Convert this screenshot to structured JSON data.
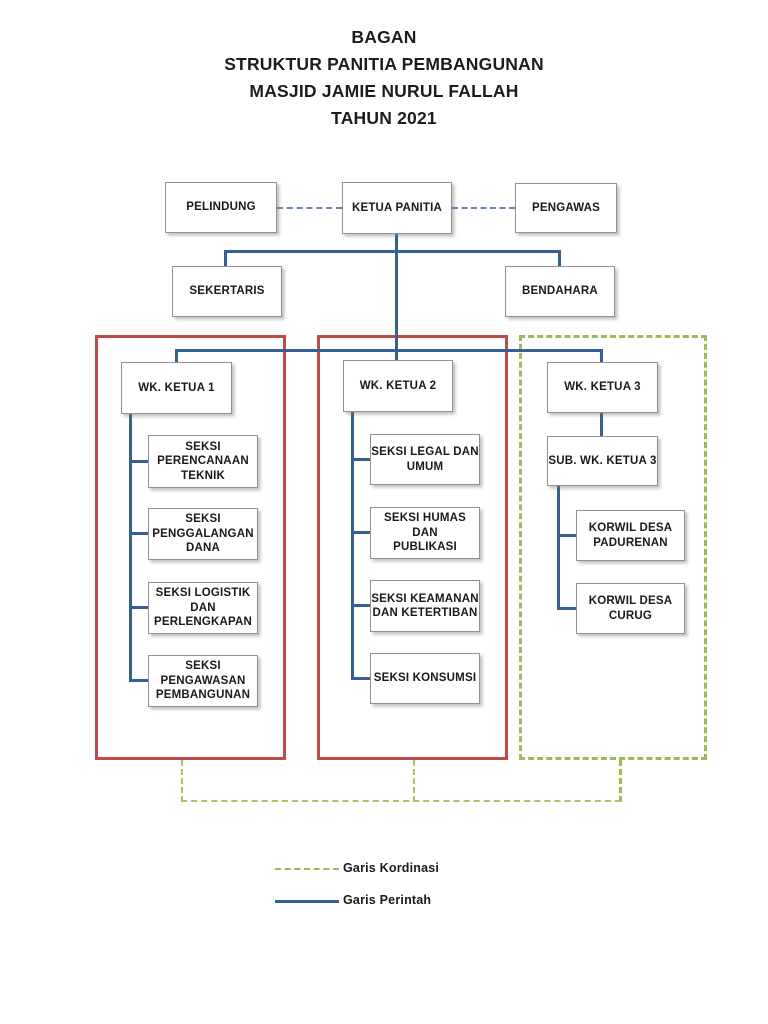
{
  "title": {
    "lines": [
      "BAGAN",
      "STRUKTUR PANITIA PEMBANGUNAN",
      "MASJID JAMIE NURUL FALLAH",
      "TAHUN 2021"
    ]
  },
  "nodes": {
    "pelindung": "PELINDUNG",
    "ketua_panitia": "KETUA PANITIA",
    "pengawas": "PENGAWAS",
    "sekertaris": "SEKERTARIS",
    "bendahara": "BENDAHARA"
  },
  "groups": [
    {
      "leader": "WK. KETUA 1",
      "border_style": "solid",
      "border_color": "#BE4B48",
      "members": [
        "SEKSI\nPERENCANAAN\nTEKNIK",
        "SEKSI\nPENGGALANGAN\nDANA",
        "SEKSI LOGISTIK\nDAN\nPERLENGKAPAN",
        "SEKSI\nPENGAWASAN\nPEMBANGUNAN"
      ]
    },
    {
      "leader": "WK. KETUA 2",
      "border_style": "solid",
      "border_color": "#BE4B48",
      "members": [
        "SEKSI LEGAL DAN\nUMUM",
        "SEKSI HUMAS DAN\nPUBLIKASI",
        "SEKSI KEAMANAN\nDAN KETERTIBAN",
        "SEKSI KONSUMSI"
      ]
    },
    {
      "leader": "WK. KETUA 3",
      "sub_leader": "SUB. WK. KETUA 3",
      "border_style": "dashed",
      "border_color": "#9BBB59",
      "members": [
        "KORWIL DESA\nPADURENAN",
        "KORWIL DESA\nCURUG"
      ]
    }
  ],
  "legend": [
    {
      "label": "Garis Kordinasi",
      "line_style": "dashed",
      "color": "#9BBB59"
    },
    {
      "label": "Garis Perintah",
      "line_style": "solid",
      "color": "#376092"
    }
  ],
  "colors": {
    "command_line": "#376092",
    "relation_dashed_line": "#6287BC",
    "coordination_line": "#9BBB59",
    "group_frame_red": "#BE4B48",
    "box_border": "#929292",
    "text": "#1a1a1a"
  }
}
